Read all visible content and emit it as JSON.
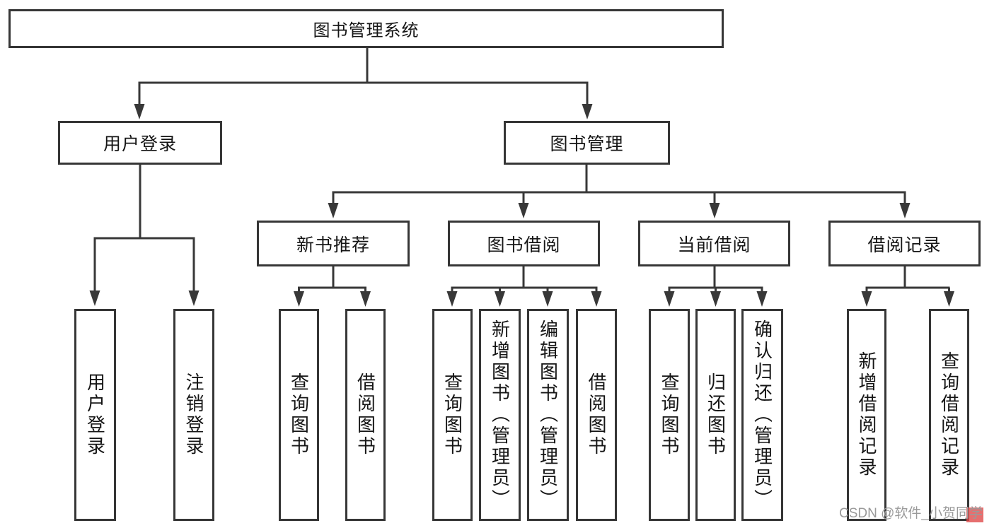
{
  "diagram": {
    "nodes": {
      "root": "图书管理系统",
      "user_login": "用户登录",
      "book_mgmt": "图书管理",
      "new_book_rec": "新书推荐",
      "book_borrow": "图书借阅",
      "current_borrow": "当前借阅",
      "borrow_records": "借阅记录",
      "leaf_user_login": "用户登录",
      "leaf_logout": "注销登录",
      "nbr_query": "查询图书",
      "nbr_borrow": "借阅图书",
      "bb_query": "查询图书",
      "bb_add": "新增图书（管理员）",
      "bb_edit": "编辑图书（管理员）",
      "bb_borrow": "借阅图书",
      "cb_query": "查询图书",
      "cb_return": "归还图书",
      "cb_confirm": "确认归还（管理员）",
      "br_add": "新增借阅记录",
      "br_query": "查询借阅记录"
    }
  },
  "watermark": {
    "text": "CSDN @软件_小贺同学"
  },
  "colors": {
    "line": "#383838",
    "box_border": "#363636",
    "text": "#151515",
    "watermark_gray": "#9a9a9a",
    "watermark_red": "#e04b4b"
  }
}
